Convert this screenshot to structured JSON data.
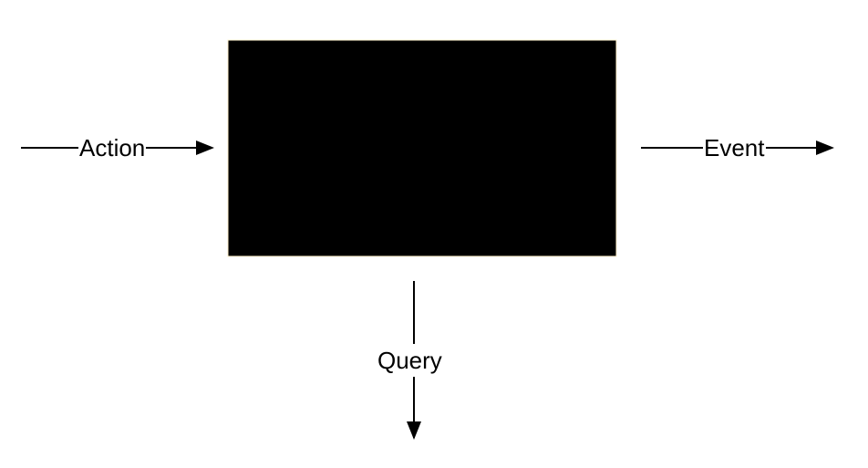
{
  "box": {
    "color": "#000000",
    "border_color": "#fff2cc"
  },
  "arrows": {
    "action": {
      "label": "Action"
    },
    "event": {
      "label": "Event"
    },
    "query": {
      "label": "Query"
    }
  }
}
